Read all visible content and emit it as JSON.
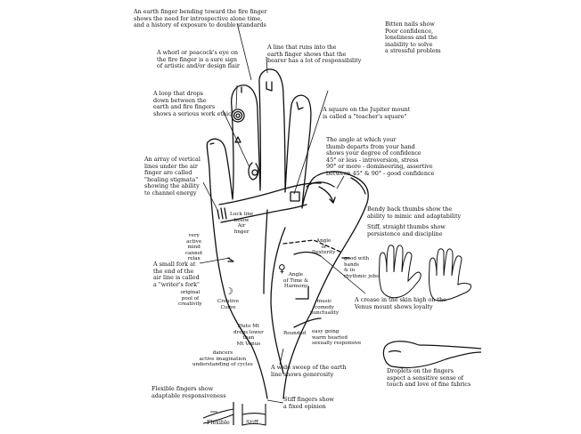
{
  "annotations": {
    "earth_bend": "An earth finger bending toward the fire finger\nshows the need for introspective alone time,\nand a history of exposure to double standards",
    "bitten_nails": "Bitten nails show\nPoor confidence,\nloneliness and the\ninability to solve\na stressful problem",
    "whorl": "A whorl or peacock's eye on\nthe fire finger is a sure sign\nof artistic and/or design flair",
    "earth_line": "A line that runs into the\nearth finger shows that the\nbearer has a lot of responsibility",
    "loop": "A loop that drops\ndown between the\nearth and fire fingers\nshows a serious work ethic",
    "teachers_square": "A square on the Jupiter mount\nis called a \"teacher's square\"",
    "thumb_angle": "The angle at which your\nthumb departs from your hand\nshows your degree of confidence\n45° or less - introversion, stress\n90° or more - domineering, assertive\nbetween 45° & 90° - good confidence",
    "healing": "An array of vertical\nlines under the air\nfinger are called\n\"healing stigmata\"\nshowing the ability\nto channel energy",
    "bendy_thumbs": "Bendy back thumbs show the\nability to mimic and adaptability",
    "stiff_thumbs": "Stiff, straight thumbs show\npersistence and discipline",
    "writers_fork": "A small fork at\nthe end of the\nair line is called\na \"writer's fork\"",
    "venus_crease": "A crease in the skin high on the\nVenus mount shows loyalty",
    "earth_sweep": "A wide sweep of the earth\nline shows generosity",
    "droplets": "Droplets on the fingers\naspect a sensitive sense of\ntouch and love of fine fabrics",
    "flexible_fingers": "Flexible fingers show\nadaptable responsiveness",
    "stiff_fingers": "Stiff fingers show\na fixed opinion"
  },
  "hand_labels": {
    "luck_finger": "Luck line\nbelow\nAir\nfinger",
    "very_active": "very\nactive\nmind\ncannot\nrelax",
    "original": "original\npool of\ncreativity",
    "creative_curve": "Creative\nCurve",
    "pluto": "Pluto Mt\ndrops lower\nthan\nMt Venus",
    "dancers": "dancers\nactive imagination\nunderstanding of cycles",
    "angle_dexterity": "Angle\nof\nDexterity",
    "good_hands": "good with\nhands\n& in\nrhythmic jobs",
    "angle_time": "Angle\nof Time &\nHarmony",
    "music": "music\ncomedy\npunctuality",
    "rounded": "Rounded",
    "easy_going": "easy going\nwarm hearted\nsexually responsive"
  },
  "bottom_labels": {
    "flexible": "Flexible",
    "stiff": "Stiff"
  },
  "symbols": {
    "venus": "♀",
    "moon": "☽"
  }
}
